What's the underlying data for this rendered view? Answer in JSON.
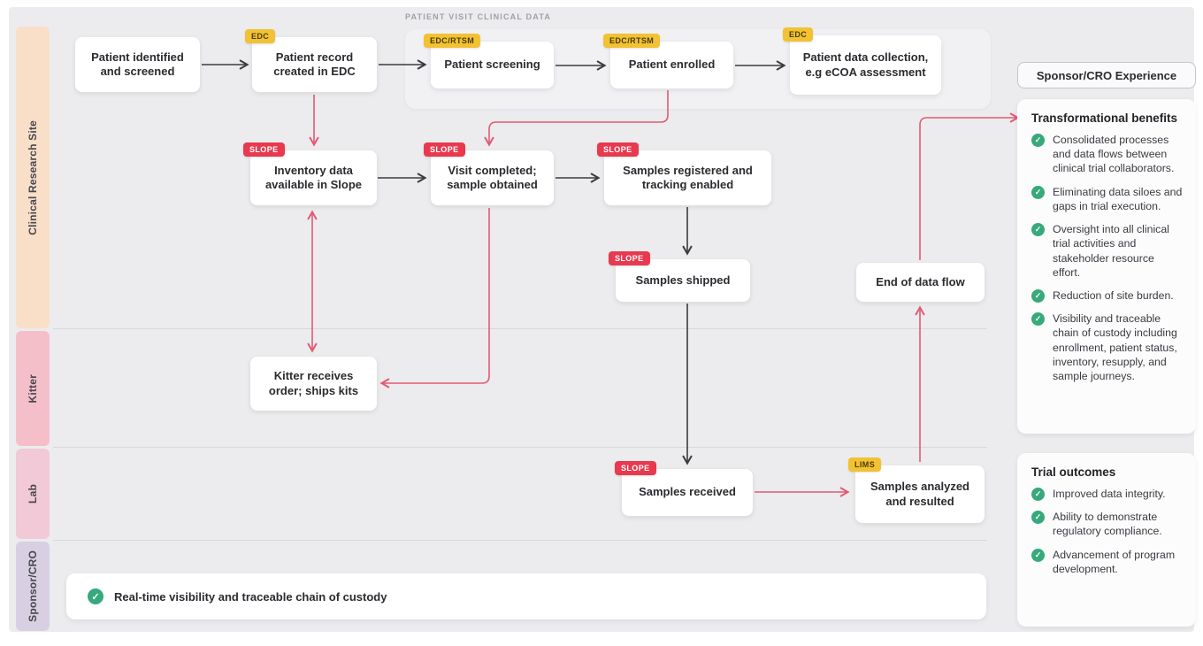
{
  "header": {
    "strip_label": "PATIENT VISIT CLINICAL DATA"
  },
  "lanes": [
    {
      "label": "Clinical Research Site",
      "color": "#F9DFC8"
    },
    {
      "label": "Kitter",
      "color": "#F5BFCA"
    },
    {
      "label": "Lab",
      "color": "#F2C9D6"
    },
    {
      "label": "Sponsor/CRO",
      "color": "#D8D0E2"
    }
  ],
  "nodes": [
    {
      "label": "Patient identified and screened",
      "badge": ""
    },
    {
      "label": "Patient record created in EDC",
      "badge": "EDC"
    },
    {
      "label": "Patient screening",
      "badge": "EDC/RTSM"
    },
    {
      "label": "Patient enrolled",
      "badge": "EDC/RTSM"
    },
    {
      "label": "Patient data collection, e.g eCOA assessment",
      "badge": "EDC"
    },
    {
      "label": "Inventory data available in Slope",
      "badge": "SLOPE"
    },
    {
      "label": "Visit completed; sample obtained",
      "badge": "SLOPE"
    },
    {
      "label": "Samples registered and tracking enabled",
      "badge": "SLOPE"
    },
    {
      "label": "Samples shipped",
      "badge": "SLOPE"
    },
    {
      "label": "End of data flow",
      "badge": ""
    },
    {
      "label": "Kitter receives order; ships kits",
      "badge": ""
    },
    {
      "label": "Samples received",
      "badge": "SLOPE"
    },
    {
      "label": "Samples analyzed and resulted",
      "badge": "LIMS"
    }
  ],
  "right_panel": {
    "pill_label": "Sponsor/CRO Experience",
    "benefits": {
      "title": "Transformational benefits",
      "items": [
        "Consolidated processes and data flows between clinical trial collaborators.",
        "Eliminating data siloes and gaps in trial execution.",
        "Oversight into all clinical trial activities and stakeholder resource effort.",
        "Reduction of site burden.",
        "Visibility and traceable chain of custody including enrollment, patient status, inventory, resupply, and sample journeys."
      ]
    },
    "outcomes": {
      "title": "Trial outcomes",
      "items": [
        "Improved data integrity.",
        "Ability to demonstrate regulatory compliance.",
        "Advancement of program development."
      ]
    }
  },
  "bottom_banner": {
    "text": "Real-time visibility and traceable chain of custody"
  },
  "icons": {
    "check": "check-circle-icon"
  },
  "colors": {
    "canvas": "#ECECEF",
    "strip": "#F1F1F4",
    "node_text": "#2B2B30",
    "badge_yellow": "#F2C233",
    "badge_yellow_text": "#4A3D08",
    "badge_red": "#E8394F",
    "arrow_dark": "#3B3B40",
    "arrow_red": "#E25A72",
    "check_green": "#37A97B",
    "lane_crs": "#F9DFC8",
    "lane_kitter": "#F5BFCA",
    "lane_lab": "#F2C9D6",
    "lane_sponsor": "#D8D0E2",
    "divider": "#D8D8DD"
  }
}
